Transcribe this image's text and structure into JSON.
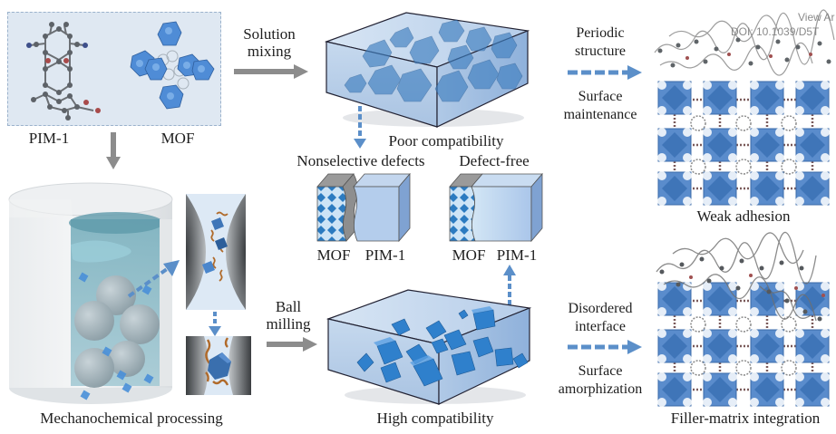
{
  "watermark": {
    "line1": "View Ar",
    "line2": "DOI: 10.1039/D5T"
  },
  "panel_top_left": {
    "pim_label": "PIM-1",
    "mof_label": "MOF"
  },
  "arrows": {
    "solution_mixing": "Solution\nmixing",
    "solution_line1": "Solution",
    "solution_line2": "mixing",
    "ball_line1": "Ball",
    "ball_line2": "milling",
    "periodic_line1": "Periodic",
    "periodic_line2": "structure",
    "surface_maint_line1": "Surface",
    "surface_maint_line2": "maintenance",
    "disordered_line1": "Disordered",
    "disordered_line2": "interface",
    "surface_amorph_line1": "Surface",
    "surface_amorph_line2": "amorphization"
  },
  "captions": {
    "poor_compatibility": "Poor compatibility",
    "high_compatibility": "High compatibility",
    "mechanochemical": "Mechanochemical processing",
    "weak_adhesion": "Weak adhesion",
    "filler_matrix": "Filler-matrix integration",
    "nonselective_defects": "Nonselective defects",
    "defect_free": "Defect-free",
    "mof_left": "MOF",
    "pim_left": "PIM-1",
    "mof_right": "MOF",
    "pim_right": "PIM-1"
  },
  "colors": {
    "arrow_gray": "#8c8c8c",
    "arrow_blue": "#5b8fc9",
    "box_fill": "#bcd2ec",
    "crystal_blue": "#2f80cc",
    "mof_blue": "#4b7fbf",
    "panel_bg": "#dde7f2"
  }
}
